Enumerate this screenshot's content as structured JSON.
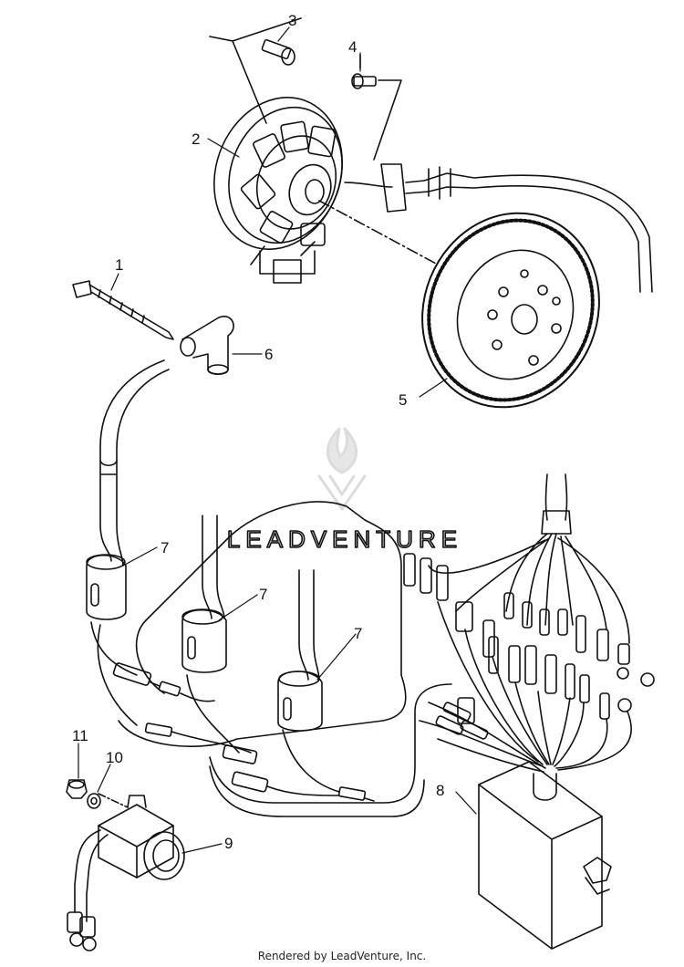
{
  "callouts": {
    "c1": "1",
    "c2": "2",
    "c3": "3",
    "c4": "4",
    "c5": "5",
    "c6": "6",
    "c7a": "7",
    "c7b": "7",
    "c7c": "7",
    "c8": "8",
    "c9": "9",
    "c10": "10",
    "c11": "11"
  },
  "watermark": {
    "text": "LEADVENTURE"
  },
  "footer": {
    "credit": "Rendered by LeadVenture, Inc."
  },
  "colors": {
    "ink": "#111111",
    "watermark": "#d9d9d9",
    "background": "#ffffff"
  }
}
